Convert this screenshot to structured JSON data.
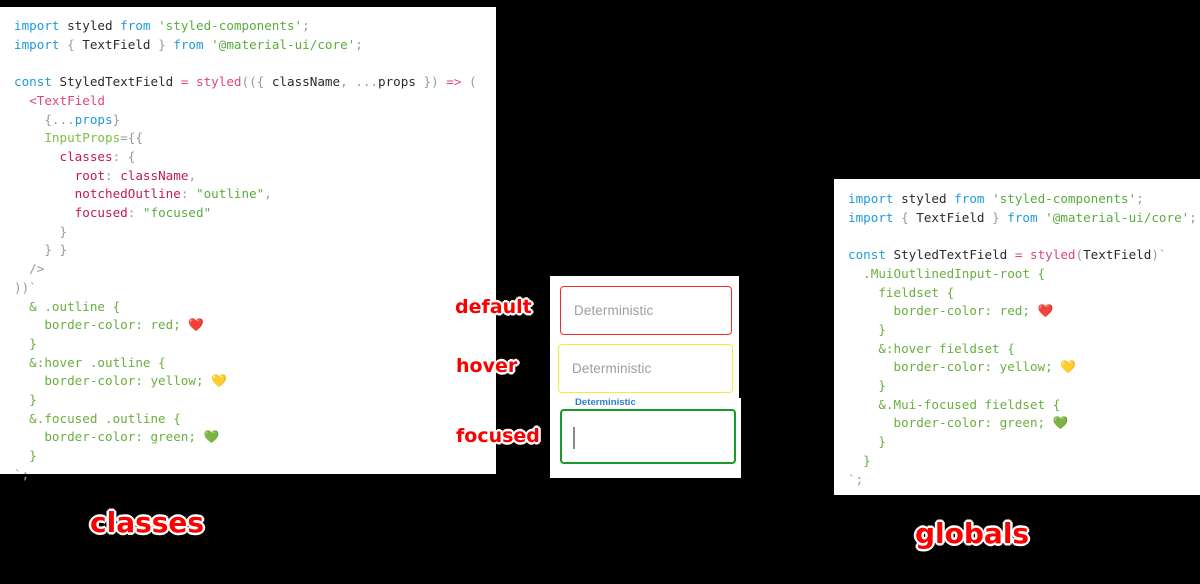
{
  "colors": {
    "background": "#000000",
    "panel": "#ffffff",
    "annotation_text": "#fb0000",
    "annotation_stroke": "#ffffff",
    "default_border": "#f32b2b",
    "hover_border": "#f4ec36",
    "focused_border": "#179b2a",
    "focused_label": "#2f7fd1",
    "placeholder_text": "#9e9e9e",
    "keyword": "#1f9cd8",
    "string": "#5aac3f",
    "function": "#e0457b",
    "objectkey": "#c2185b",
    "css": "#6aaf3f",
    "attribute": "#7bc043"
  },
  "left_panel": {
    "caption": "classes",
    "code_lines": [
      [
        {
          "t": "import ",
          "c": "t-kw"
        },
        {
          "t": "styled ",
          "c": "t-plain"
        },
        {
          "t": "from ",
          "c": "t-kw"
        },
        {
          "t": "'styled-components'",
          "c": "t-str"
        },
        {
          "t": ";",
          "c": "t-punct"
        }
      ],
      [
        {
          "t": "import ",
          "c": "t-kw"
        },
        {
          "t": "{ ",
          "c": "t-punct"
        },
        {
          "t": "TextField ",
          "c": "t-plain"
        },
        {
          "t": "} ",
          "c": "t-punct"
        },
        {
          "t": "from ",
          "c": "t-kw"
        },
        {
          "t": "'@material-ui/core'",
          "c": "t-str"
        },
        {
          "t": ";",
          "c": "t-punct"
        }
      ],
      [],
      [
        {
          "t": "const ",
          "c": "t-kw"
        },
        {
          "t": "StyledTextField ",
          "c": "t-plain"
        },
        {
          "t": "= ",
          "c": "t-op"
        },
        {
          "t": "styled",
          "c": "t-fn"
        },
        {
          "t": "(({ ",
          "c": "t-punct"
        },
        {
          "t": "className",
          "c": "t-plain"
        },
        {
          "t": ", ",
          "c": "t-punct"
        },
        {
          "t": "...",
          "c": "t-punct"
        },
        {
          "t": "props ",
          "c": "t-plain"
        },
        {
          "t": "}) ",
          "c": "t-punct"
        },
        {
          "t": "=> ",
          "c": "t-op"
        },
        {
          "t": "(",
          "c": "t-punct"
        }
      ],
      [
        {
          "t": "  ",
          "c": "t-plain"
        },
        {
          "t": "<TextField",
          "c": "t-tag"
        }
      ],
      [
        {
          "t": "    ",
          "c": "t-plain"
        },
        {
          "t": "{...",
          "c": "t-punct"
        },
        {
          "t": "props",
          "c": "t-prop"
        },
        {
          "t": "}",
          "c": "t-punct"
        }
      ],
      [
        {
          "t": "    ",
          "c": "t-plain"
        },
        {
          "t": "InputProps",
          "c": "t-attr"
        },
        {
          "t": "={{",
          "c": "t-punct"
        }
      ],
      [
        {
          "t": "      ",
          "c": "t-plain"
        },
        {
          "t": "classes",
          "c": "t-key"
        },
        {
          "t": ": {",
          "c": "t-punct"
        }
      ],
      [
        {
          "t": "        ",
          "c": "t-plain"
        },
        {
          "t": "root",
          "c": "t-key"
        },
        {
          "t": ": ",
          "c": "t-punct"
        },
        {
          "t": "className",
          "c": "t-key"
        },
        {
          "t": ",",
          "c": "t-punct"
        }
      ],
      [
        {
          "t": "        ",
          "c": "t-plain"
        },
        {
          "t": "notchedOutline",
          "c": "t-key"
        },
        {
          "t": ": ",
          "c": "t-punct"
        },
        {
          "t": "\"outline\"",
          "c": "t-str"
        },
        {
          "t": ",",
          "c": "t-punct"
        }
      ],
      [
        {
          "t": "        ",
          "c": "t-plain"
        },
        {
          "t": "focused",
          "c": "t-key"
        },
        {
          "t": ": ",
          "c": "t-punct"
        },
        {
          "t": "\"focused\"",
          "c": "t-str"
        }
      ],
      [
        {
          "t": "      }",
          "c": "t-punct"
        }
      ],
      [
        {
          "t": "    } }",
          "c": "t-punct"
        }
      ],
      [
        {
          "t": "  />",
          "c": "t-punct"
        }
      ],
      [
        {
          "t": "))`",
          "c": "t-punct"
        }
      ],
      [
        {
          "t": "  & .outline {",
          "c": "t-css"
        }
      ],
      [
        {
          "t": "    border-color: red; ",
          "c": "t-css"
        },
        {
          "t": "❤️",
          "c": "emoji"
        }
      ],
      [
        {
          "t": "  }",
          "c": "t-css"
        }
      ],
      [
        {
          "t": "  &:hover .outline {",
          "c": "t-css"
        }
      ],
      [
        {
          "t": "    border-color: yellow; ",
          "c": "t-css"
        },
        {
          "t": "💛",
          "c": "emoji"
        }
      ],
      [
        {
          "t": "  }",
          "c": "t-css"
        }
      ],
      [
        {
          "t": "  &.focused .outline {",
          "c": "t-css"
        }
      ],
      [
        {
          "t": "    border-color: green; ",
          "c": "t-css"
        },
        {
          "t": "💚",
          "c": "emoji"
        }
      ],
      [
        {
          "t": "  }",
          "c": "t-css"
        }
      ],
      [
        {
          "t": "`;",
          "c": "t-tick"
        }
      ]
    ]
  },
  "right_panel": {
    "caption": "globals",
    "code_lines": [
      [
        {
          "t": "import ",
          "c": "t-kw"
        },
        {
          "t": "styled ",
          "c": "t-plain"
        },
        {
          "t": "from ",
          "c": "t-kw"
        },
        {
          "t": "'styled-components'",
          "c": "t-str"
        },
        {
          "t": ";",
          "c": "t-punct"
        }
      ],
      [
        {
          "t": "import ",
          "c": "t-kw"
        },
        {
          "t": "{ ",
          "c": "t-punct"
        },
        {
          "t": "TextField ",
          "c": "t-plain"
        },
        {
          "t": "} ",
          "c": "t-punct"
        },
        {
          "t": "from ",
          "c": "t-kw"
        },
        {
          "t": "'@material-ui/core'",
          "c": "t-str"
        },
        {
          "t": ";",
          "c": "t-punct"
        }
      ],
      [],
      [
        {
          "t": "const ",
          "c": "t-kw"
        },
        {
          "t": "StyledTextField ",
          "c": "t-plain"
        },
        {
          "t": "= ",
          "c": "t-op"
        },
        {
          "t": "styled",
          "c": "t-fn"
        },
        {
          "t": "(",
          "c": "t-punct"
        },
        {
          "t": "TextField",
          "c": "t-plain"
        },
        {
          "t": ")`",
          "c": "t-punct"
        }
      ],
      [
        {
          "t": "  .MuiOutlinedInput-root {",
          "c": "t-css"
        }
      ],
      [
        {
          "t": "    fieldset {",
          "c": "t-css"
        }
      ],
      [
        {
          "t": "      border-color: red; ",
          "c": "t-css"
        },
        {
          "t": "❤️",
          "c": "emoji"
        }
      ],
      [
        {
          "t": "    }",
          "c": "t-css"
        }
      ],
      [
        {
          "t": "    &:hover fieldset {",
          "c": "t-css"
        }
      ],
      [
        {
          "t": "      border-color: yellow; ",
          "c": "t-css"
        },
        {
          "t": "💛",
          "c": "emoji"
        }
      ],
      [
        {
          "t": "    }",
          "c": "t-css"
        }
      ],
      [
        {
          "t": "    &.Mui-focused fieldset {",
          "c": "t-css"
        }
      ],
      [
        {
          "t": "      border-color: green; ",
          "c": "t-css"
        },
        {
          "t": "💚",
          "c": "emoji"
        }
      ],
      [
        {
          "t": "    }",
          "c": "t-css"
        }
      ],
      [
        {
          "t": "  }",
          "c": "t-css"
        }
      ],
      [
        {
          "t": "`;",
          "c": "t-tick"
        }
      ]
    ]
  },
  "demo": {
    "fields": [
      {
        "state": "default",
        "placeholder": "Deterministic",
        "annotation": "default"
      },
      {
        "state": "hover",
        "placeholder": "Deterministic",
        "annotation": "hover"
      },
      {
        "state": "focused",
        "label": "Deterministic",
        "value": "",
        "annotation": "focused"
      }
    ]
  }
}
